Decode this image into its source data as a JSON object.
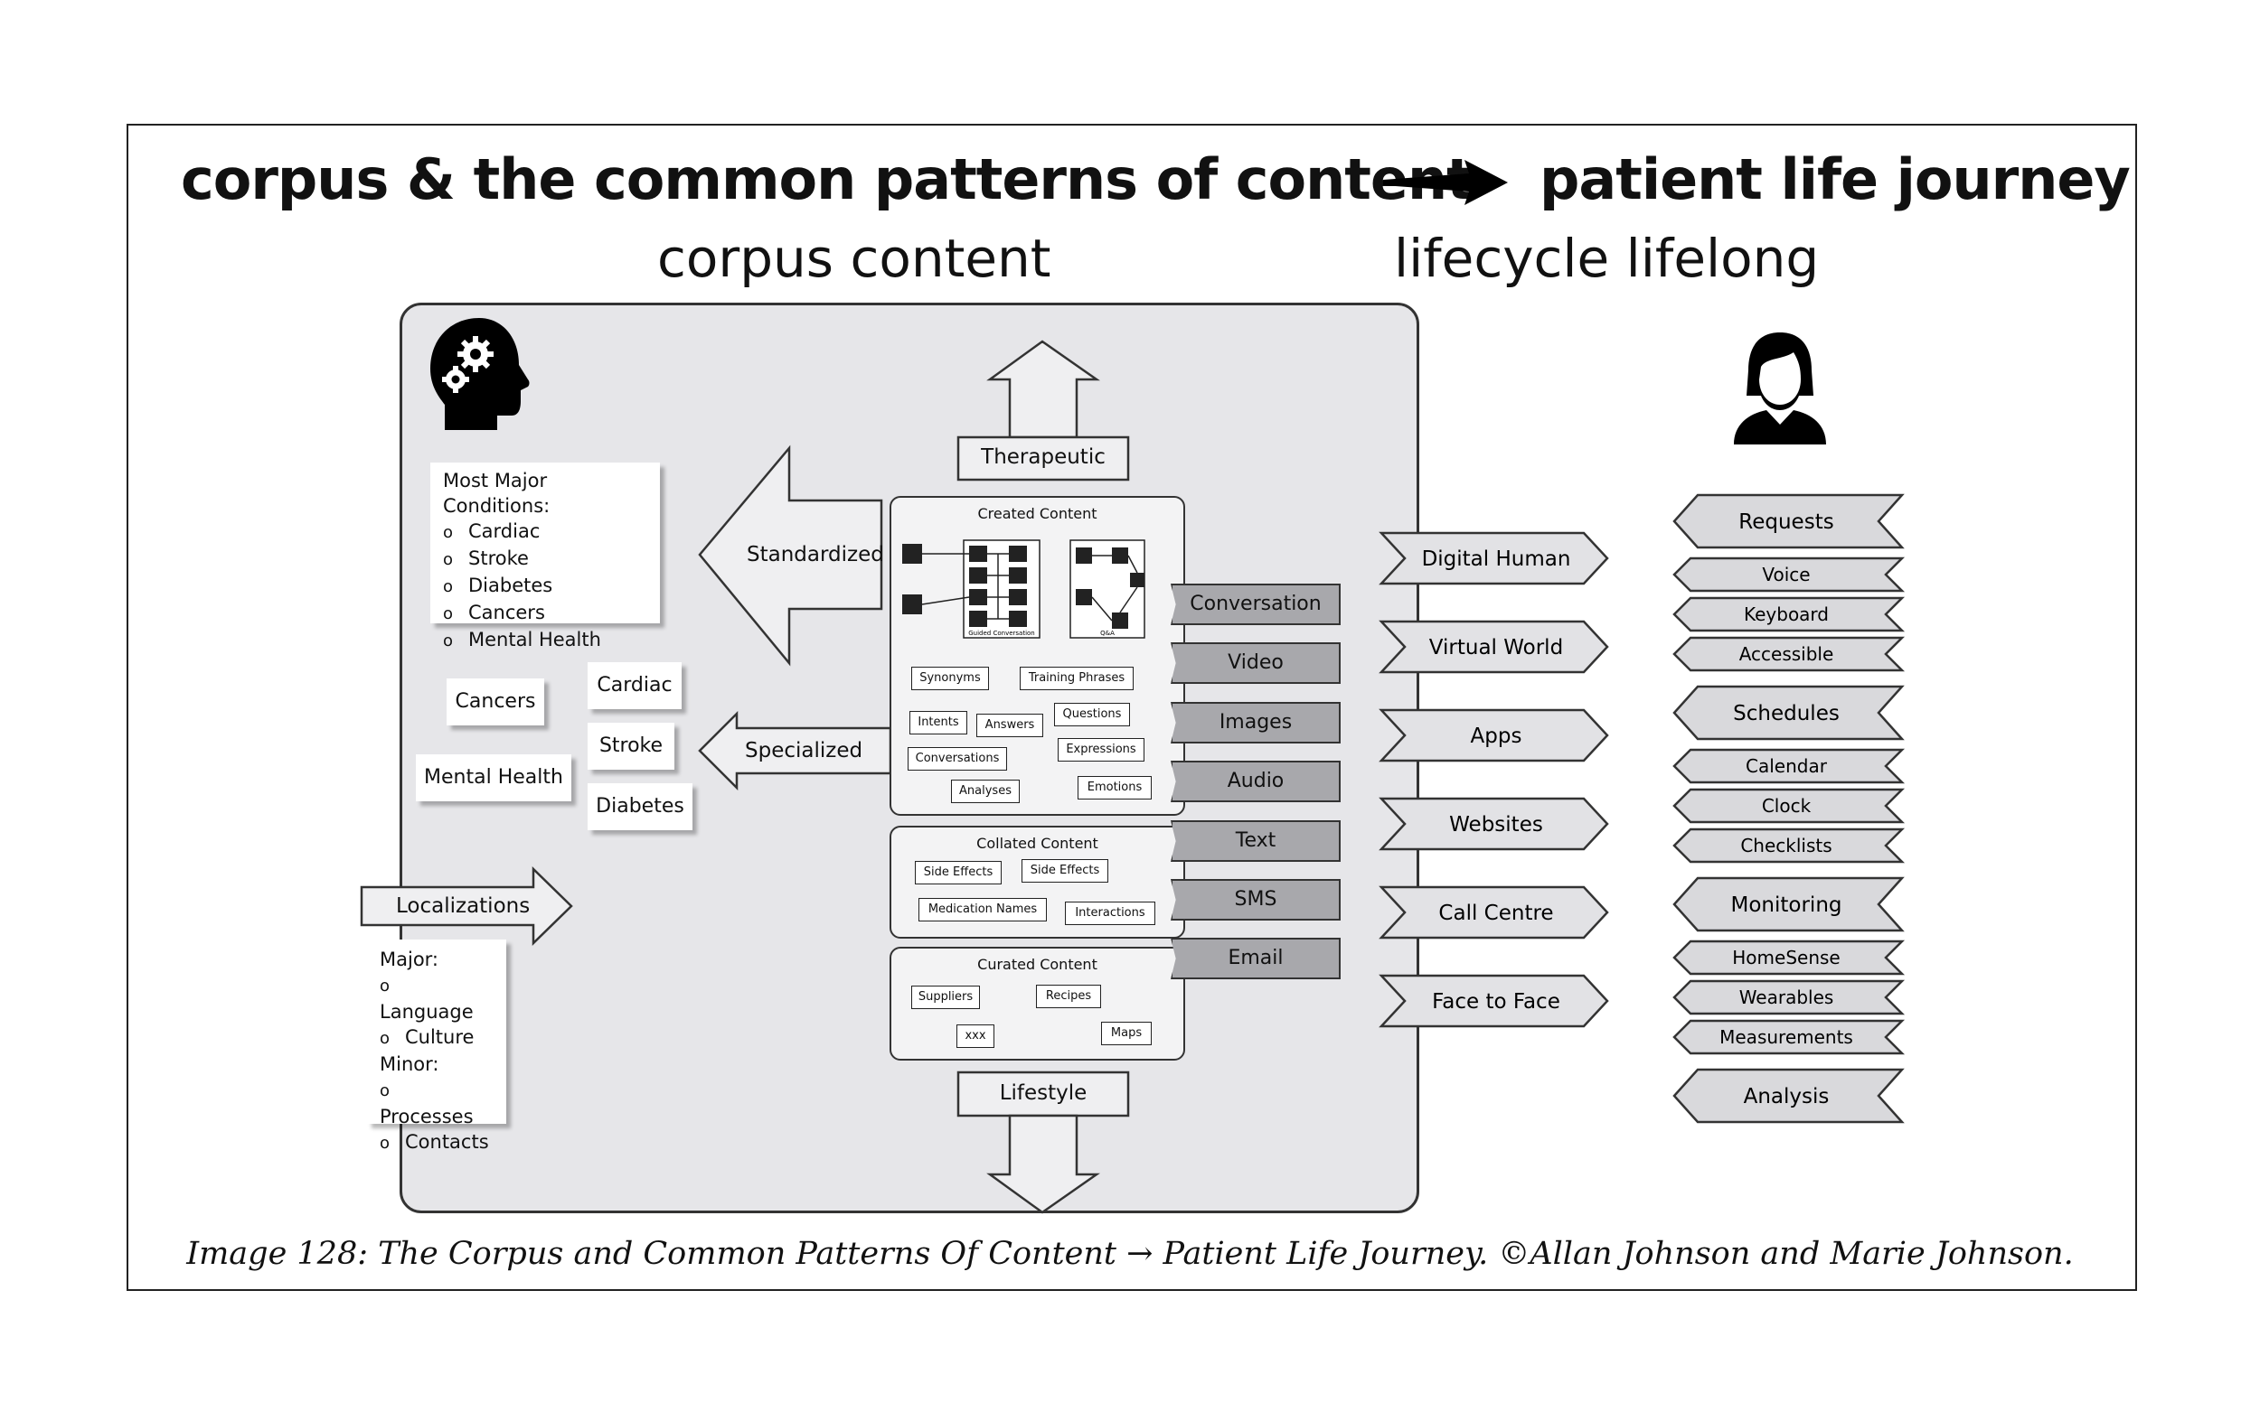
{
  "header": {
    "title_left": "corpus & the common patterns of content",
    "title_right": "patient life journey",
    "subtitle_left": "corpus content",
    "subtitle_right": "lifecycle lifelong"
  },
  "conditions_card": {
    "heading": "Most Major Conditions:",
    "items": [
      "Cardiac",
      "Stroke",
      "Diabetes",
      "Cancers",
      "Mental Health"
    ]
  },
  "condition_tags": [
    "Cancers",
    "Cardiac",
    "Stroke",
    "Mental Health",
    "Diabetes"
  ],
  "arrows": {
    "standardized": "Standardized",
    "specialized": "Specialized",
    "localizations": "Localizations",
    "therapeutic": "Therapeutic",
    "lifestyle": "Lifestyle"
  },
  "localizations_card": {
    "major_label": "Major:",
    "major_items": [
      "Language",
      "Culture"
    ],
    "minor_label": "Minor:",
    "minor_items": [
      "Processes",
      "Contacts"
    ]
  },
  "created_content": {
    "title": "Created Content",
    "guided_label": "Guided Conversation",
    "qa_label": "Q&A",
    "items": [
      "Synonyms",
      "Training Phrases",
      "Intents",
      "Answers",
      "Questions",
      "Conversations",
      "Expressions",
      "Analyses",
      "Emotions"
    ]
  },
  "collated_content": {
    "title": "Collated Content",
    "items": [
      "Side Effects",
      "Side Effects",
      "Medication Names",
      "Interactions"
    ]
  },
  "curated_content": {
    "title": "Curated Content",
    "items": [
      "Suppliers",
      "Recipes",
      "xxx",
      "Maps"
    ]
  },
  "media_types": [
    "Conversation",
    "Video",
    "Images",
    "Audio",
    "Text",
    "SMS",
    "Email"
  ],
  "channels": [
    "Digital Human",
    "Virtual World",
    "Apps",
    "Websites",
    "Call Centre",
    "Face to Face"
  ],
  "journey": [
    {
      "label": "Requests",
      "kind": "major"
    },
    {
      "label": "Voice",
      "kind": "minor"
    },
    {
      "label": "Keyboard",
      "kind": "minor"
    },
    {
      "label": "Accessible",
      "kind": "minor"
    },
    {
      "label": "Schedules",
      "kind": "major"
    },
    {
      "label": "Calendar",
      "kind": "minor"
    },
    {
      "label": "Clock",
      "kind": "minor"
    },
    {
      "label": "Checklists",
      "kind": "minor"
    },
    {
      "label": "Monitoring",
      "kind": "major"
    },
    {
      "label": "HomeSense",
      "kind": "minor"
    },
    {
      "label": "Wearables",
      "kind": "minor"
    },
    {
      "label": "Measurements",
      "kind": "minor"
    },
    {
      "label": "Analysis",
      "kind": "major"
    }
  ],
  "icons": [
    "head-gears-icon",
    "patient-woman-icon",
    "right-arrow-icon"
  ],
  "caption": "Image 128: The Corpus and Common Patterns Of Content → Patient Life Journey. ©Allan Johnson and Marie Johnson.",
  "colors": {
    "panel": "#e6e6e9",
    "media_fill": "#a8a8ac",
    "tag_fill": "#d9d9dc",
    "line": "#333333"
  }
}
